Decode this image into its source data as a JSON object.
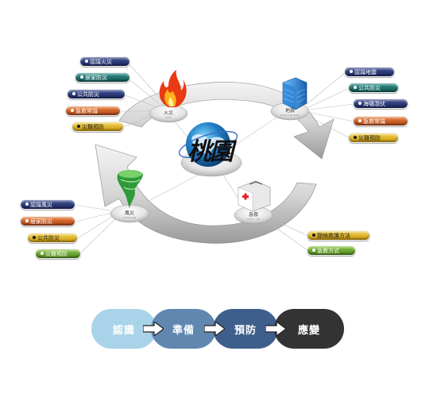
{
  "nodes": {
    "fire": {
      "label": "火災",
      "sub": "FIRE"
    },
    "quake": {
      "label": "地震",
      "sub": "EARTHQUAKE"
    },
    "typhoon": {
      "label": "風災",
      "sub": "TYPHOON"
    },
    "firstaid": {
      "label": "急救",
      "sub": "FIRST AID"
    }
  },
  "center_logo": "桃園",
  "fire_group": [
    "認識火災",
    "居家防災",
    "公共防災",
    "急救常識",
    "災難預防"
  ],
  "quake_group": [
    "認識地震",
    "公共防災",
    "海嘯潛伏",
    "急救常識",
    "災難預防"
  ],
  "typhoon_group": [
    "認識風災",
    "居家防災",
    "公共防災",
    "災難預防"
  ],
  "firstaid_group": [
    "靜納救護方法",
    "急救方式"
  ],
  "process": [
    "認識",
    "準備",
    "預防",
    "應變"
  ],
  "colors": {
    "step1": "#a9d3e8",
    "step2": "#5f87b0",
    "step3": "#3e5f8c",
    "step4": "#333333"
  }
}
